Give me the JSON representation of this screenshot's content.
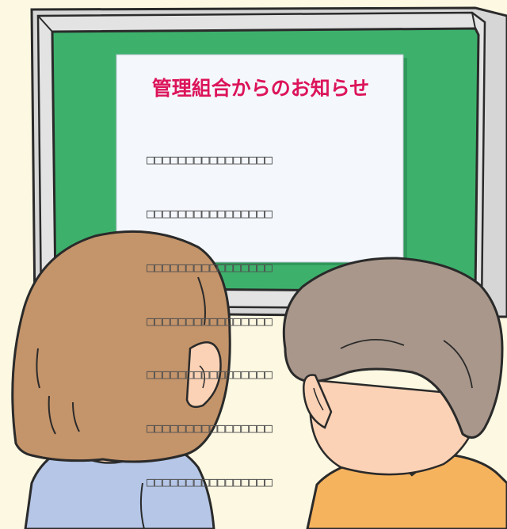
{
  "notice": {
    "title": "管理組合からのお知らせ",
    "placeholder_lines": [
      "□□□□□□□□□□□□□□□□",
      "□□□□□□□□□□□□□□□□",
      "□□□□□□□□□□□□□□□□",
      "□□□□□□□□□□□□□□□□",
      "□□□□□□□□□□□□□□□□",
      "□□□□□□□□□□□□□□□□",
      "□□□□□□□□□□□□□□□□"
    ]
  },
  "colors": {
    "background": "#fdf8e2",
    "board_frame": "#dcdcdc",
    "board_felt": "#3db16c",
    "paper": "#f4f8fd",
    "title": "#dc1459",
    "woman_hair": "#c4946a",
    "man_hair": "#a9978b",
    "skin": "#fbd2b5",
    "woman_shirt": "#b5c6e7",
    "man_shirt": "#f6b35e"
  },
  "icons": [
    "bulletin-board",
    "notice-paper",
    "woman-figure",
    "man-figure"
  ]
}
